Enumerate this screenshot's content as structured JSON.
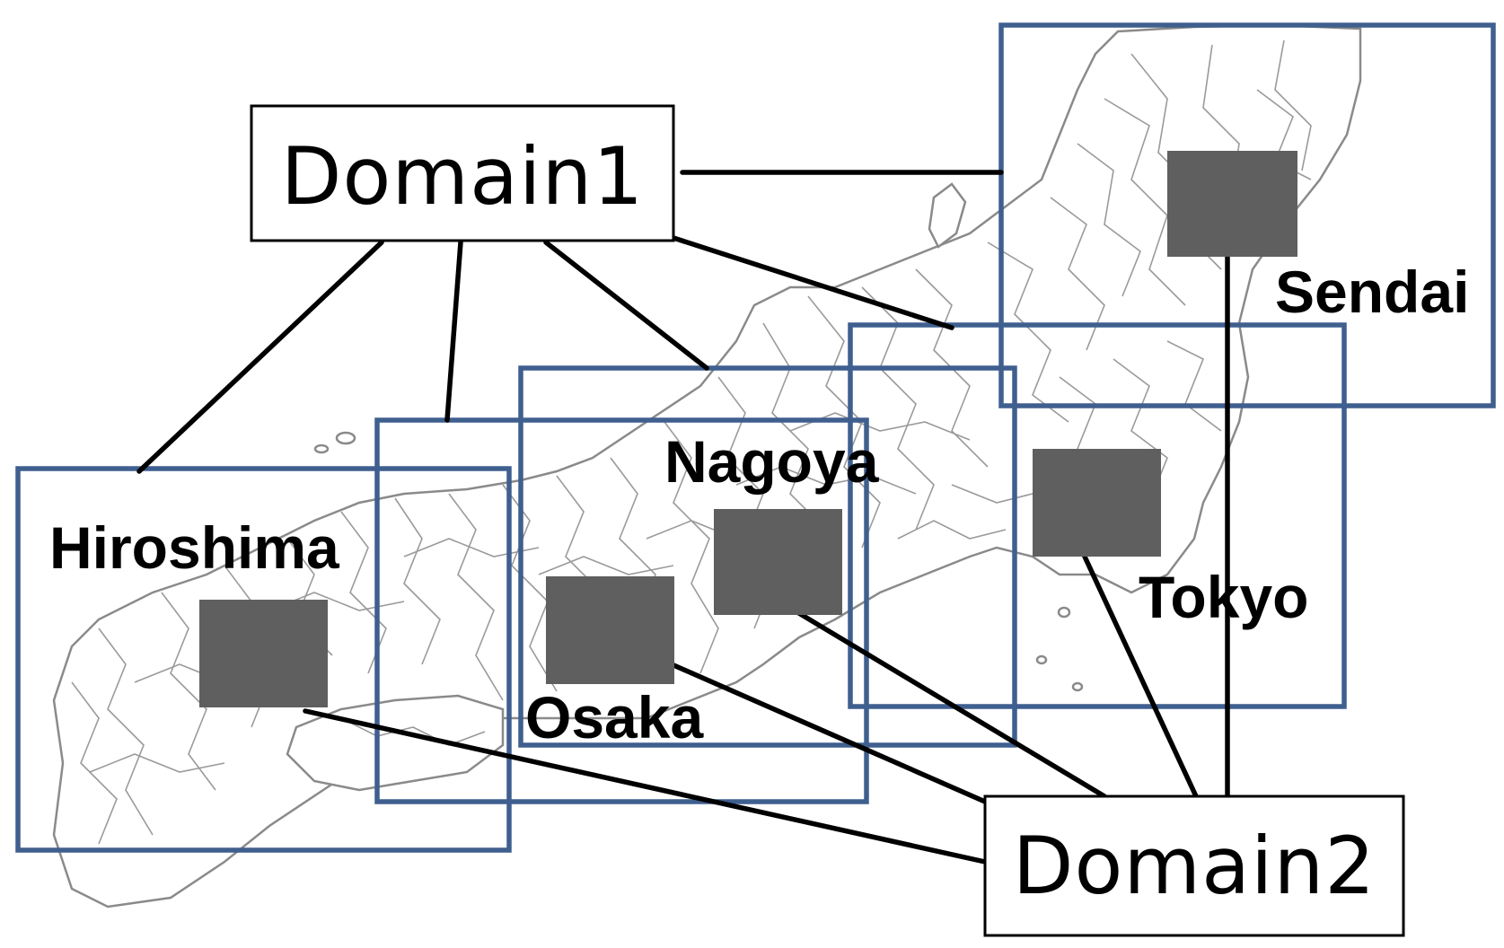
{
  "diagram": {
    "domains": [
      {
        "id": "domain1",
        "label": "Domain1"
      },
      {
        "id": "domain2",
        "label": "Domain2"
      }
    ],
    "cities": [
      {
        "id": "hiroshima",
        "label": "Hiroshima"
      },
      {
        "id": "osaka",
        "label": "Osaka"
      },
      {
        "id": "nagoya",
        "label": "Nagoya"
      },
      {
        "id": "tokyo",
        "label": "Tokyo"
      },
      {
        "id": "sendai",
        "label": "Sendai"
      }
    ],
    "colors": {
      "region_border": "#3f5f8f",
      "server_block": "#5f5f5f",
      "connector": "#000000",
      "map_lines": "#9a9a9a"
    }
  }
}
